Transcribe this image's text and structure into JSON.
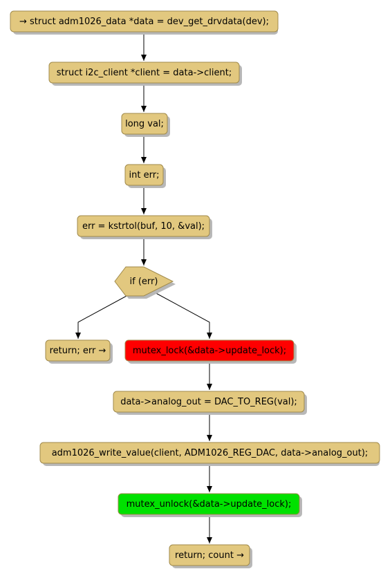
{
  "colors": {
    "node_fill": "#E2C87F",
    "node_border": "#A08A4B",
    "shadow": "#B8B8B8",
    "lock_fill": "#FF0000",
    "unlock_fill": "#00E100",
    "edge": "#000000"
  },
  "nodes": {
    "entry": "→ struct adm1026_data *data = dev_get_drvdata(dev);",
    "client_decl": "struct i2c_client *client = data->client;",
    "val_decl": "long val;",
    "err_decl": "int err;",
    "parse": "err = kstrtol(buf, 10, &val);",
    "decision": "if (err)",
    "return_err": "return; err →",
    "lock": "mutex_lock(&data->update_lock);",
    "assign": "data->analog_out = DAC_TO_REG(val);",
    "write": "adm1026_write_value(client, ADM1026_REG_DAC, data->analog_out);",
    "unlock": "mutex_unlock(&data->update_lock);",
    "return_count": "return; count →"
  }
}
